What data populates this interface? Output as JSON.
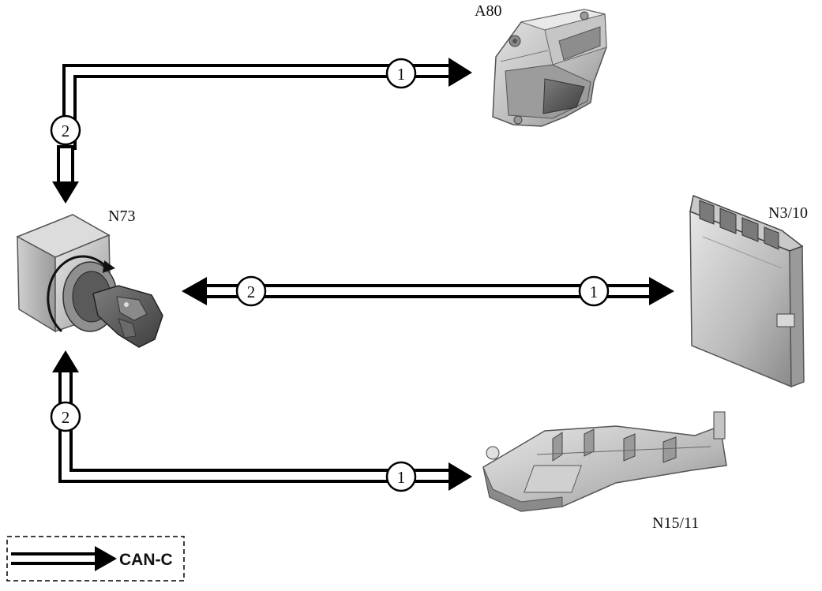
{
  "components": {
    "a80": "A80",
    "n73": "N73",
    "n3_10": "N3/10",
    "n15_11": "N15/11"
  },
  "markers": {
    "out": "1",
    "in": "2"
  },
  "legend": {
    "label": "CAN-C"
  }
}
